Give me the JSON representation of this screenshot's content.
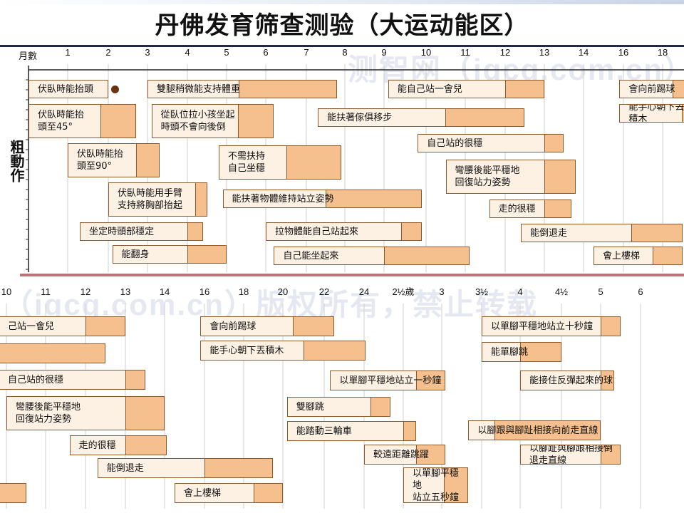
{
  "title": "丹佛发育筛查测验（大运动能区）",
  "side_label": "粗動作",
  "watermarks": [
    "测智网（iqcq.com.cn）",
    "（iqcq.com.cn）版权所有，禁止转载"
  ],
  "colors": {
    "label_fill": "#fdf1e4",
    "range_fill": "#f5c08e",
    "bar_border": "#8c5a2a",
    "grid": "#cfcfcf",
    "bottom_rule": "#b5767a",
    "dot": "#6b3410"
  },
  "chart_data": [
    {
      "type": "range-bar",
      "xlabel": "月數",
      "x_unit": "months",
      "ticks": [
        {
          "v": 1,
          "label": "1"
        },
        {
          "v": 2,
          "label": "2"
        },
        {
          "v": 3,
          "label": "3"
        },
        {
          "v": 4,
          "label": "4"
        },
        {
          "v": 5,
          "label": "5"
        },
        {
          "v": 6,
          "label": "6"
        },
        {
          "v": 7,
          "label": "7"
        },
        {
          "v": 8,
          "label": "8"
        },
        {
          "v": 9,
          "label": "9"
        },
        {
          "v": 10,
          "label": "10"
        },
        {
          "v": 11,
          "label": "11"
        },
        {
          "v": 12,
          "label": "12"
        },
        {
          "v": 13,
          "label": "13"
        },
        {
          "v": 14,
          "label": "14"
        },
        {
          "v": 16,
          "label": "16"
        },
        {
          "v": 18,
          "label": "18"
        }
      ],
      "items": [
        {
          "label": "伏臥時能抬頭",
          "start": 0,
          "split": 2.0,
          "end": 2.0,
          "milestone_dot": true
        },
        {
          "label": "雙腿稍微能支持體重",
          "start": 3.0,
          "split": 5.3,
          "end": 7.8
        },
        {
          "label": "能自己站一會兒",
          "start": 9.1,
          "split": 12.0,
          "end": 13.0
        },
        {
          "label": "會向前踢球",
          "start": 15.8,
          "split": 18.5,
          "end": 19.5
        },
        {
          "label": "伏臥時能抬\n頭至45°",
          "start": 0,
          "split": 1.8,
          "end": 2.7
        },
        {
          "label": "從臥位拉小孩坐起\n時頭不會向後倒",
          "start": 3.1,
          "split": 5.3,
          "end": 6.2
        },
        {
          "label": "能扶著傢俱移步",
          "start": 7.3,
          "split": 10.5,
          "end": 12.5
        },
        {
          "label": "能手心朝下丟積木",
          "start": 15.8,
          "split": 19.0,
          "end": 20.0
        },
        {
          "label": "伏臥時能抬\n頭至90°",
          "start": 1.0,
          "split": 2.7,
          "end": 3.3
        },
        {
          "label": "不需扶持\n自己坐穩",
          "start": 4.8,
          "split": 6.5,
          "end": 7.9
        },
        {
          "label": "自己站的很穩",
          "start": 9.8,
          "split": 13.0,
          "end": 13.5
        },
        {
          "label": "伏臥時能用手臂\n支持將胸部抬起",
          "start": 2.0,
          "split": 4.2,
          "end": 4.5
        },
        {
          "label": "彎腰後能平穩地\n回復站力姿勢",
          "start": 10.5,
          "split": 13.0,
          "end": 13.8
        },
        {
          "label": "能扶著物體維持站立姿勢",
          "start": 4.9,
          "split": 7.5,
          "end": 9.9
        },
        {
          "label": "走的很穩",
          "start": 11.6,
          "split": 13.0,
          "end": 13.7
        },
        {
          "label": "坐定時頭部穩定",
          "start": 1.3,
          "split": 4.0,
          "end": 4.4
        },
        {
          "label": "拉物體能自己站起來",
          "start": 6.0,
          "split": 9.4,
          "end": 9.9
        },
        {
          "label": "能倒退走",
          "start": 12.4,
          "split": 16.4,
          "end": 19.0
        },
        {
          "label": "能翻身",
          "start": 2.1,
          "split": 4.0,
          "end": 5.0
        },
        {
          "label": "自己能坐起來",
          "start": 6.2,
          "split": 9.0,
          "end": 11.1
        },
        {
          "label": "會上樓梯",
          "start": 14.5,
          "split": 17.5,
          "end": 19.0
        }
      ]
    },
    {
      "type": "range-bar",
      "x_unit": "months",
      "ticks": [
        {
          "v": 10,
          "label": "10"
        },
        {
          "v": 11,
          "label": "11"
        },
        {
          "v": 12,
          "label": "12"
        },
        {
          "v": 13,
          "label": "13"
        },
        {
          "v": 14,
          "label": "14"
        },
        {
          "v": 16,
          "label": "16"
        },
        {
          "v": 18,
          "label": "18"
        },
        {
          "v": 20,
          "label": "20"
        },
        {
          "v": 22,
          "label": "22"
        },
        {
          "v": 24,
          "label": "24"
        },
        {
          "v": 30,
          "label": "2½歲"
        },
        {
          "v": 36,
          "label": "3"
        },
        {
          "v": 42,
          "label": "3½"
        },
        {
          "v": 48,
          "label": "4"
        },
        {
          "v": 54,
          "label": "4½"
        },
        {
          "v": 60,
          "label": "5"
        },
        {
          "v": 72,
          "label": "6"
        }
      ],
      "items": [
        {
          "label": "己站一會兒",
          "start": 9.5,
          "split": 12.0,
          "end": 13.0
        },
        {
          "label": "會向前踢球",
          "start": 15.8,
          "split": 20.5,
          "end": 22.5
        },
        {
          "label": "以單腳平穩地站立十秒鐘",
          "start": 42.0,
          "split": 60.0,
          "end": 66.0
        },
        {
          "label": "",
          "start": 9.5,
          "split": 9.5,
          "end": 12.5
        },
        {
          "label": "能手心朝下丟積木",
          "start": 15.8,
          "split": 21.0,
          "end": 24.2
        },
        {
          "label": "能單腳跳",
          "start": 42.0,
          "split": 48.0,
          "end": 54.0
        },
        {
          "label": "自己站的很穩",
          "start": 9.5,
          "split": 13.0,
          "end": 13.5
        },
        {
          "label": "以單腳平穩地站立一秒鐘",
          "start": 22.3,
          "split": 32.0,
          "end": 36.5
        },
        {
          "label": "能接住反彈起來的球",
          "start": 48.0,
          "split": 60.0,
          "end": 64.0
        },
        {
          "label": "彎腰後能平穩地\n回復站力姿勢",
          "start": 10.0,
          "split": 13.0,
          "end": 14.0
        },
        {
          "label": "雙腳跳",
          "start": 20.2,
          "split": 25.0,
          "end": 28.0
        },
        {
          "label": "能踏動三輪車",
          "start": 20.2,
          "split": 30.0,
          "end": 32.0
        },
        {
          "label": "以腳跟與腳趾相接向前走直線",
          "start": 40.0,
          "split": 44.0,
          "end": 60.0
        },
        {
          "label": "走的很穩",
          "start": 11.6,
          "split": 13.0,
          "end": 14.1
        },
        {
          "label": "較遠距離跳躍",
          "start": 24.0,
          "split": 32.0,
          "end": 36.5
        },
        {
          "label": "以腳趾與腳跟相接倒退走直線",
          "start": 48.0,
          "split": 60.0,
          "end": 66.0
        },
        {
          "label": "能倒退走",
          "start": 12.3,
          "split": 16.0,
          "end": 19.5
        },
        {
          "label": "以單腳平穩地\n站立五秒鐘",
          "start": 30.0,
          "split": 36.3,
          "end": 40.0
        },
        {
          "label": "",
          "start": 9.5,
          "split": 9.5,
          "end": 10.5
        },
        {
          "label": "會上樓梯",
          "start": 14.5,
          "split": 18.5,
          "end": 20.0
        }
      ]
    }
  ]
}
